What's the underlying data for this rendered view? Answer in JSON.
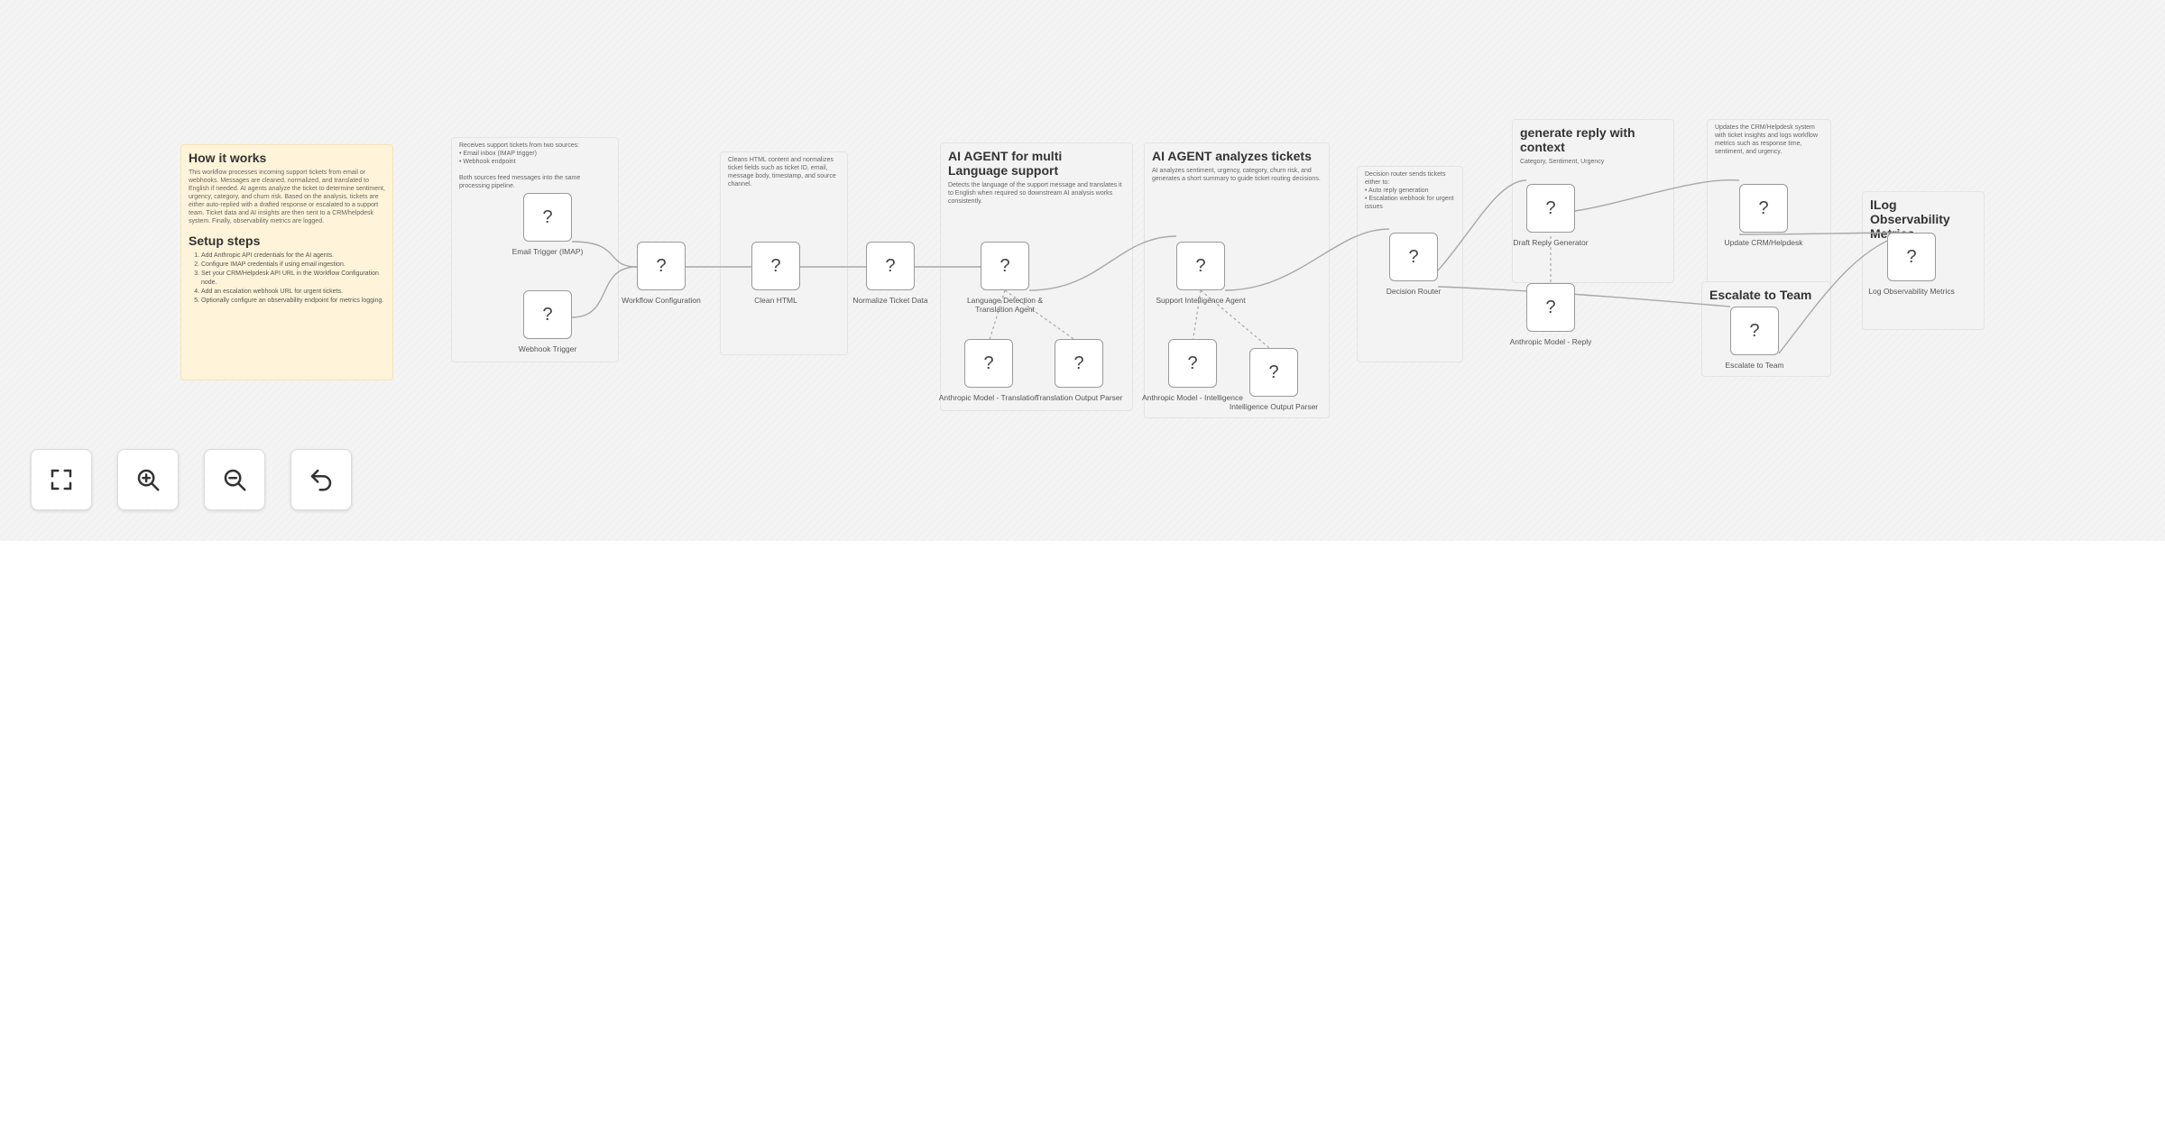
{
  "stickies": {
    "how": {
      "title": "How it works",
      "desc": "This workflow processes incoming support tickets from email or webhooks. Messages are cleaned, normalized, and translated to English if needed. AI agents analyze the ticket to determine sentiment, urgency, category, and churn risk. Based on the analysis, tickets are either auto-replied with a drafted response or escalated to a support team. Ticket data and AI insights are then sent to a CRM/helpdesk system. Finally, observability metrics are logged.",
      "setup_title": "Setup steps",
      "steps": [
        "Add Anthropic API credentials for the AI agents.",
        "Configure IMAP credentials if using email ingestion.",
        "Set your CRM/Helpdesk API URL in the Workflow Configuration node.",
        "Add an escalation webhook URL for urgent tickets.",
        "Optionally configure an observability endpoint for metrics logging."
      ]
    },
    "sources": {
      "desc": "Receives support tickets from two sources:\n• Email inbox (IMAP trigger)\n• Webhook endpoint\n\nBoth sources feed messages into the same processing pipeline."
    },
    "clean": {
      "desc": "Cleans HTML content and normalizes ticket fields such as ticket ID, email, message body, timestamp, and source channel."
    },
    "lang": {
      "title": "AI AGENT for multi Language support",
      "desc": "Detects the language of the support message and translates it to English when required so downstream AI analysis works consistently."
    },
    "analyze": {
      "title": "AI AGENT analyzes tickets",
      "desc": "AI analyzes sentiment, urgency, category, churn risk, and generates a short summary to guide ticket routing decisions."
    },
    "decision": {
      "desc": "Decision router sends tickets either to:\n• Auto reply generation\n• Escalation webhook for urgent issues"
    },
    "reply": {
      "title": "generate reply with context",
      "desc": "Category, Sentiment, Urgency"
    },
    "crm": {
      "desc": "Updates the CRM/Helpdesk system with ticket insights and logs workflow metrics such as response time, sentiment, and urgency."
    },
    "escalate": {
      "title": "Escalate to Team"
    },
    "log": {
      "title": "lLog Observability Metrics"
    }
  },
  "nodes": {
    "email_trigger": {
      "icon": "?",
      "label": "Email Trigger (IMAP)"
    },
    "webhook_trigger": {
      "icon": "?",
      "label": "Webhook Trigger"
    },
    "workflow_config": {
      "icon": "?",
      "label": "Workflow Configuration"
    },
    "clean_html": {
      "icon": "?",
      "label": "Clean HTML"
    },
    "normalize": {
      "icon": "?",
      "label": "Normalize Ticket Data"
    },
    "lang_agent": {
      "icon": "?",
      "label": "Language Detection & Translation Agent"
    },
    "model_translation": {
      "icon": "?",
      "label": "Anthropic Model - Translation"
    },
    "translation_parser": {
      "icon": "?",
      "label": "Translation Output Parser"
    },
    "support_agent": {
      "icon": "?",
      "label": "Support Intelligence Agent"
    },
    "model_intelligence": {
      "icon": "?",
      "label": "Anthropic Model - Intelligence"
    },
    "intelligence_parser": {
      "icon": "?",
      "label": "Intelligence Output Parser"
    },
    "decision_router": {
      "icon": "?",
      "label": "Decision Router"
    },
    "draft_reply": {
      "icon": "?",
      "label": "Draft Reply Generator"
    },
    "model_reply": {
      "icon": "?",
      "label": "Anthropic Model - Reply"
    },
    "update_crm": {
      "icon": "?",
      "label": "Update CRM/Helpdesk"
    },
    "escalate_team": {
      "icon": "?",
      "label": "Escalate to Team"
    },
    "log_metrics": {
      "icon": "?",
      "label": "Log Observability Metrics"
    }
  },
  "controls": {
    "fit": "expand-icon",
    "zoom_in": "zoom-in-icon",
    "zoom_out": "zoom-out-icon",
    "undo": "undo-icon"
  }
}
